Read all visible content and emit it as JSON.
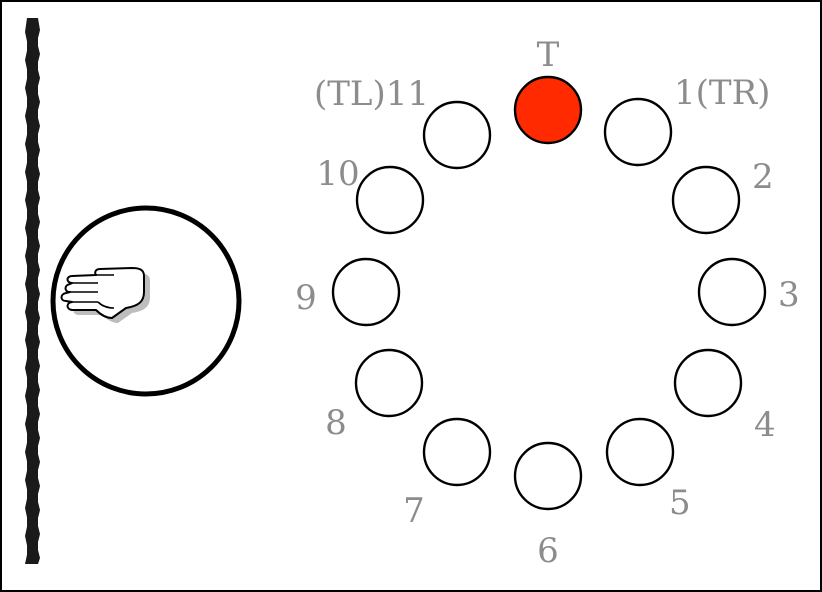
{
  "diagram": {
    "top_label": "T",
    "targets": [
      {
        "id": "T",
        "label": "T",
        "active": true
      },
      {
        "id": "1",
        "label": "1(TR)",
        "active": false
      },
      {
        "id": "2",
        "label": "2",
        "active": false
      },
      {
        "id": "3",
        "label": "3",
        "active": false
      },
      {
        "id": "4",
        "label": "4",
        "active": false
      },
      {
        "id": "5",
        "label": "5",
        "active": false
      },
      {
        "id": "6",
        "label": "6",
        "active": false
      },
      {
        "id": "7",
        "label": "7",
        "active": false
      },
      {
        "id": "8",
        "label": "8",
        "active": false
      },
      {
        "id": "9",
        "label": "9",
        "active": false
      },
      {
        "id": "10",
        "label": "10",
        "active": false
      },
      {
        "id": "11",
        "label": "(TL)11",
        "active": false
      }
    ],
    "colors": {
      "active_fill": "#ff2a00",
      "inactive_fill": "#ffffff",
      "stroke": "#000000",
      "label": "#8c8c8c"
    },
    "icons": {
      "hand": "pointing-hand-icon",
      "wall": "wall-edge"
    }
  }
}
